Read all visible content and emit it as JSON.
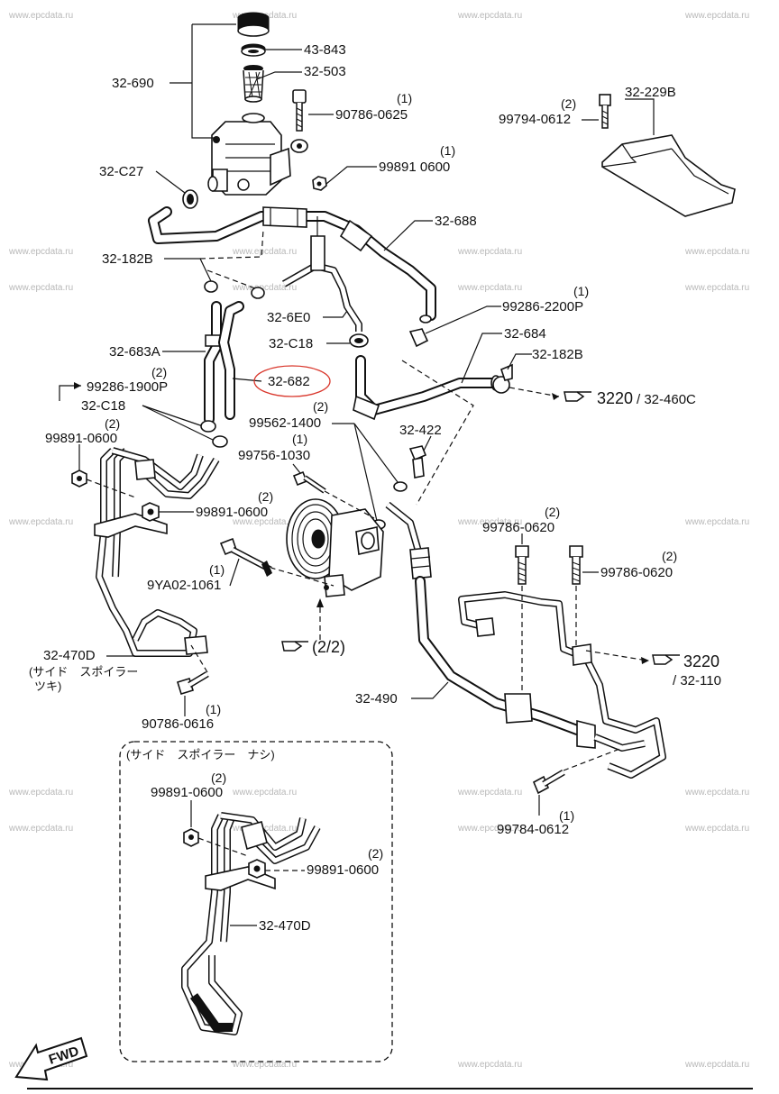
{
  "watermark": "www.epcdata.ru",
  "labels": {
    "p43_843": "43-843",
    "p32_690": "32-690",
    "p32_503": "32-503",
    "p90786_0625_qty": "(1)",
    "p90786_0625": "90786-0625",
    "p99794_qty": "(2)",
    "p99794": "99794-0612",
    "p32_229b": "32-229B",
    "p32_c27": "32-C27",
    "p99891a_qty": "(1)",
    "p99891a": "99891 0600",
    "p32_688": "32-688",
    "p32_182b_a": "32-182B",
    "p99286_2200_qty": "(1)",
    "p99286_2200": "99286-2200P",
    "p32_6e0": "32-6E0",
    "p32_c18_a": "32-C18",
    "p32_684": "32-684",
    "p32_683a": "32-683A",
    "p32_182b_b": "32-182B",
    "p99286_1900_qty": "(2)",
    "p99286_1900": "99286-1900P",
    "p32_682": "32-682",
    "p32_c18_b": "32-C18",
    "ref_3220_a": "3220",
    "ref_32_460c": "/ 32-460C",
    "p99562_qty": "(2)",
    "p99562": "99562-1400",
    "p99891b_qty": "(2)",
    "p99891b": "99891-0600",
    "p99756_qty": "(1)",
    "p99756": "99756-1030",
    "p32_422": "32-422",
    "p99891c_qty": "(2)",
    "p99891c": "99891-0600",
    "p99786a_qty": "(2)",
    "p99786a": "99786-0620",
    "p99786b_qty": "(2)",
    "p99786b": "99786-0620",
    "p9ya02_qty": "(1)",
    "p9ya02": "9YA02-1061",
    "ref_2_2": "(2/2)",
    "ref_3220_b": "3220",
    "ref_32_110": "/ 32-110",
    "p32_470d_a": "32-470D",
    "jp_side_spoiler_with_1": "(サイド　スポイラー",
    "jp_side_spoiler_with_2": "ツキ)",
    "p90786_0616_qty": "(1)",
    "p90786_0616": "90786-0616",
    "p32_490": "32-490",
    "jp_side_spoiler_without": "(サイド　スポイラー　ナシ)",
    "p99891d_qty": "(2)",
    "p99891d": "99891-0600",
    "p99891e_qty": "(2)",
    "p99891e": "99891-0600",
    "p32_470d_b": "32-470D",
    "p99784_qty": "(1)",
    "p99784": "99784-0612",
    "fwd": "FWD"
  },
  "colors": {
    "highlight_circle": "#d9362b",
    "ink": "#111111",
    "watermark": "#b8b8b8"
  },
  "icons": [
    "hand-pointer-icon",
    "fwd-arrow-icon",
    "rounded-square-bracket-icon"
  ]
}
